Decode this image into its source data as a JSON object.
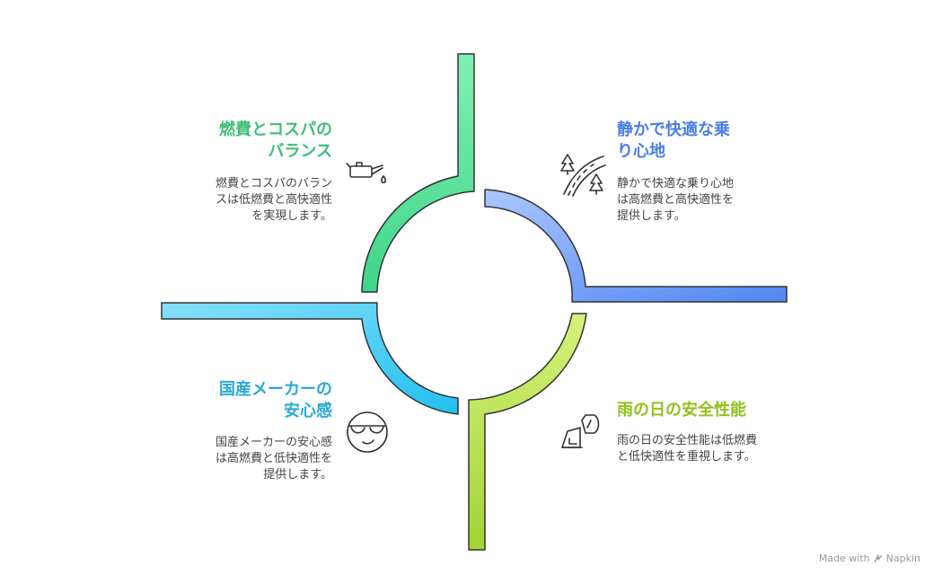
{
  "quadrants": {
    "top_left": {
      "title_line1": "燃費とコスパの",
      "title_line2": "バランス",
      "desc_line1": "燃費とコスパのバラン",
      "desc_line2": "スは低燃費と高快適性",
      "desc_line3": "を実現します。",
      "color": "#4fd490",
      "title_color": "#3ebf7a",
      "icon": "oil-can-icon"
    },
    "top_right": {
      "title_line1": "静かで快適な乗",
      "title_line2": "り心地",
      "desc_line1": "静かで快適な乗り心地",
      "desc_line2": "は高燃費と高快適性を",
      "desc_line3": "提供します。",
      "color": "#5b8ef0",
      "title_color": "#4a7de6",
      "icon": "road-trees-icon"
    },
    "bottom_left": {
      "title_line1": "国産メーカーの",
      "title_line2": "安心感",
      "desc_line1": "国産メーカーの安心感",
      "desc_line2": "は高燃費と低快適性を",
      "desc_line3": "提供します。",
      "color": "#3fbfec",
      "title_color": "#2aa9d6",
      "icon": "sunglasses-face-icon"
    },
    "bottom_right": {
      "title_line1": "雨の日の安全性能",
      "desc_line1": "雨の日の安全性能は低燃費",
      "desc_line2": "と低快適性を重視します。",
      "color": "#b5e04a",
      "title_color": "#8fc11e",
      "icon": "headlight-icon"
    }
  },
  "watermark": {
    "prefix": "Made with",
    "brand": "Napkin",
    "icon": "napkin-logo-icon"
  }
}
